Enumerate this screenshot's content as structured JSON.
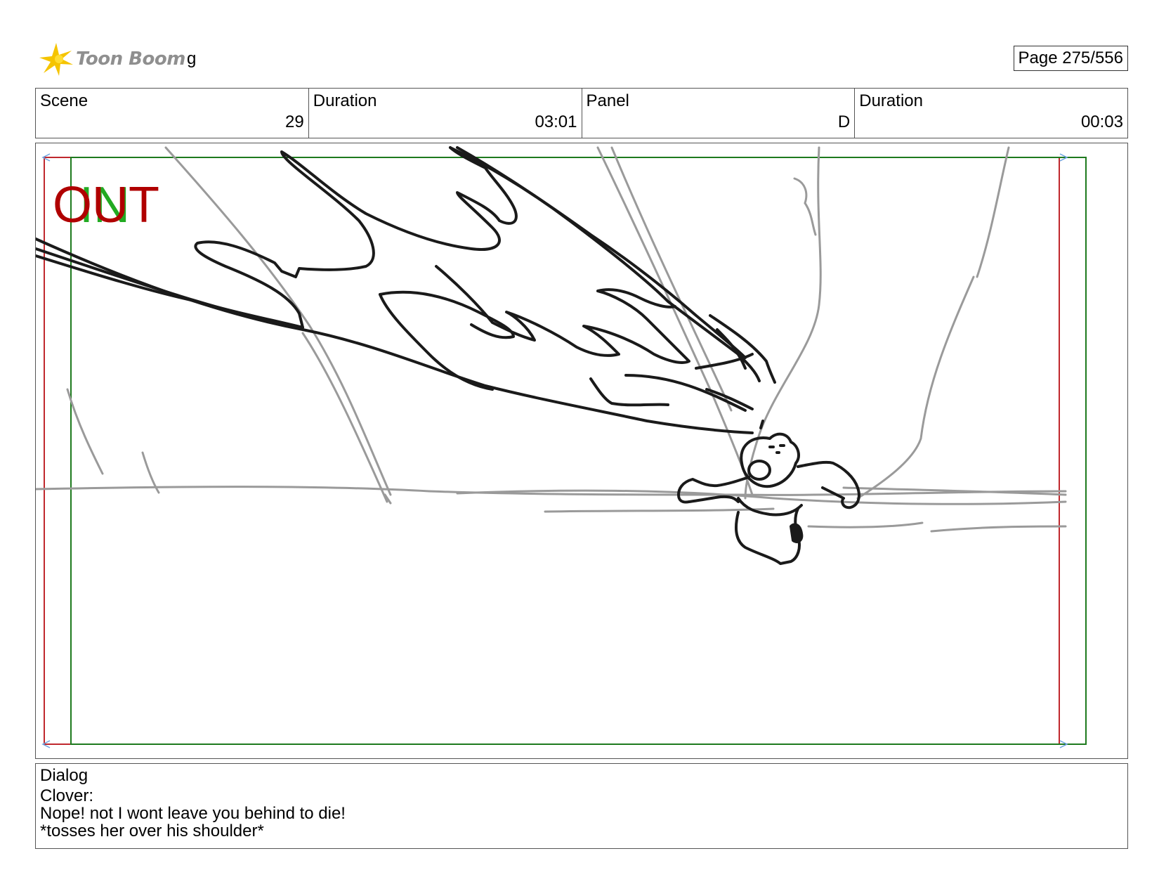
{
  "header": {
    "logo_text": "Toon Boom",
    "project_name": "g",
    "page": "Page 275/556"
  },
  "info": {
    "scene_label": "Scene",
    "scene_value": "29",
    "scene_duration_label": "Duration",
    "scene_duration_value": "03:01",
    "panel_label": "Panel",
    "panel_value": "D",
    "panel_duration_label": "Duration",
    "panel_duration_value": "00:03"
  },
  "frame": {
    "out_text": "OUT",
    "in_text": "IN",
    "out_color": "#b00000",
    "in_color": "#22aa22"
  },
  "dialog": {
    "label": "Dialog",
    "lines": [
      "Clover:",
      "Nope! not I wont leave you behind to die!",
      "*tosses her over his shoulder*"
    ]
  }
}
